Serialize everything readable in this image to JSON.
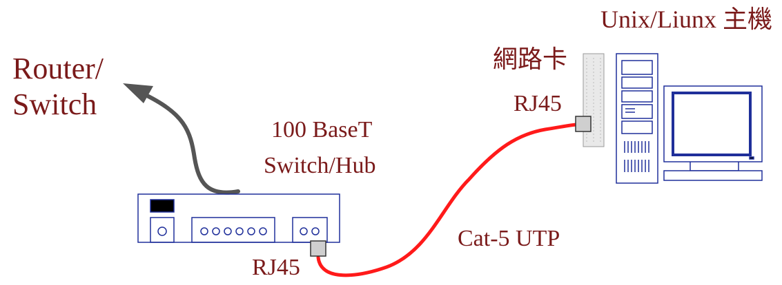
{
  "labels": {
    "router_line1": "Router/",
    "router_line2": "Switch",
    "hub_line1": "100 BaseT",
    "hub_line2": "Switch/Hub",
    "host_title": "Unix/Liunx 主機",
    "nic": "網路卡",
    "rj45_host": "RJ45",
    "rj45_hub": "RJ45",
    "cable": "Cat-5 UTP"
  },
  "colors": {
    "label_text": "#7a1a1a",
    "device_stroke": "#1f2f9a",
    "cable": "#ff1a1a",
    "uplink_arrow": "#555555",
    "plug_fill": "#cfcfcf"
  },
  "icons": {
    "hub": "network-switch-icon",
    "computer": "desktop-computer-icon",
    "arrow": "uplink-arrow-icon",
    "plug": "rj45-plug-icon"
  }
}
